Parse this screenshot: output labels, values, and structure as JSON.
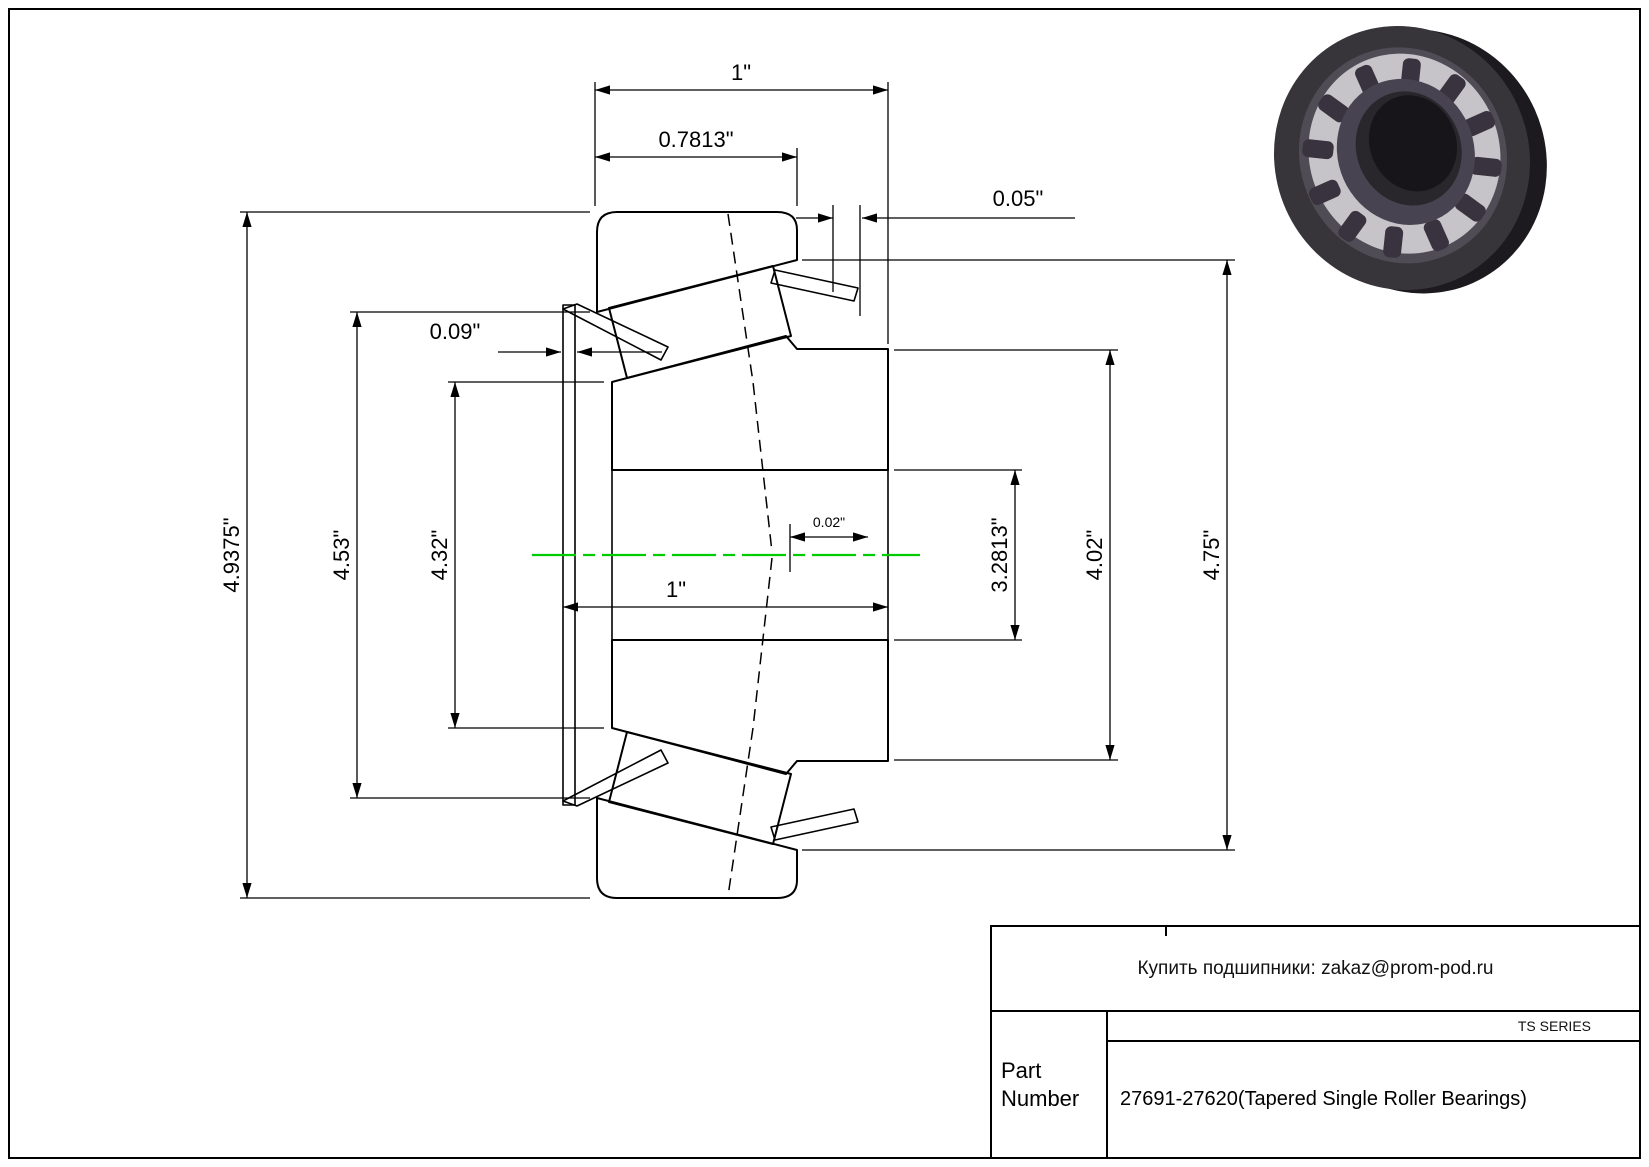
{
  "page": {
    "background": "#ffffff",
    "frame_color": "#000000"
  },
  "drawing": {
    "centerline_color": "#00cc00",
    "dims": {
      "overall_width_top": "1\"",
      "cup_width": "0.7813\"",
      "cage_standout_back": "0.05\"",
      "cage_standout_front": "0.09\"",
      "housing_diameter": "4.9375\"",
      "outer_diameter_back": "4.53\"",
      "outer_diameter_front": "4.32\"",
      "effective_center_offset": "0.02\"",
      "cone_width": "1\"",
      "bore_diameter": "3.2813\"",
      "cone_rib_diameter": "4.02\"",
      "cup_diameter": "4.75\""
    }
  },
  "title_block": {
    "contact": "Купить подшипники: zakaz@prom-pod.ru",
    "series": "TS SERIES",
    "part_label": "Part Number",
    "part_number": "27691-27620(Tapered Single Roller Bearings)"
  }
}
